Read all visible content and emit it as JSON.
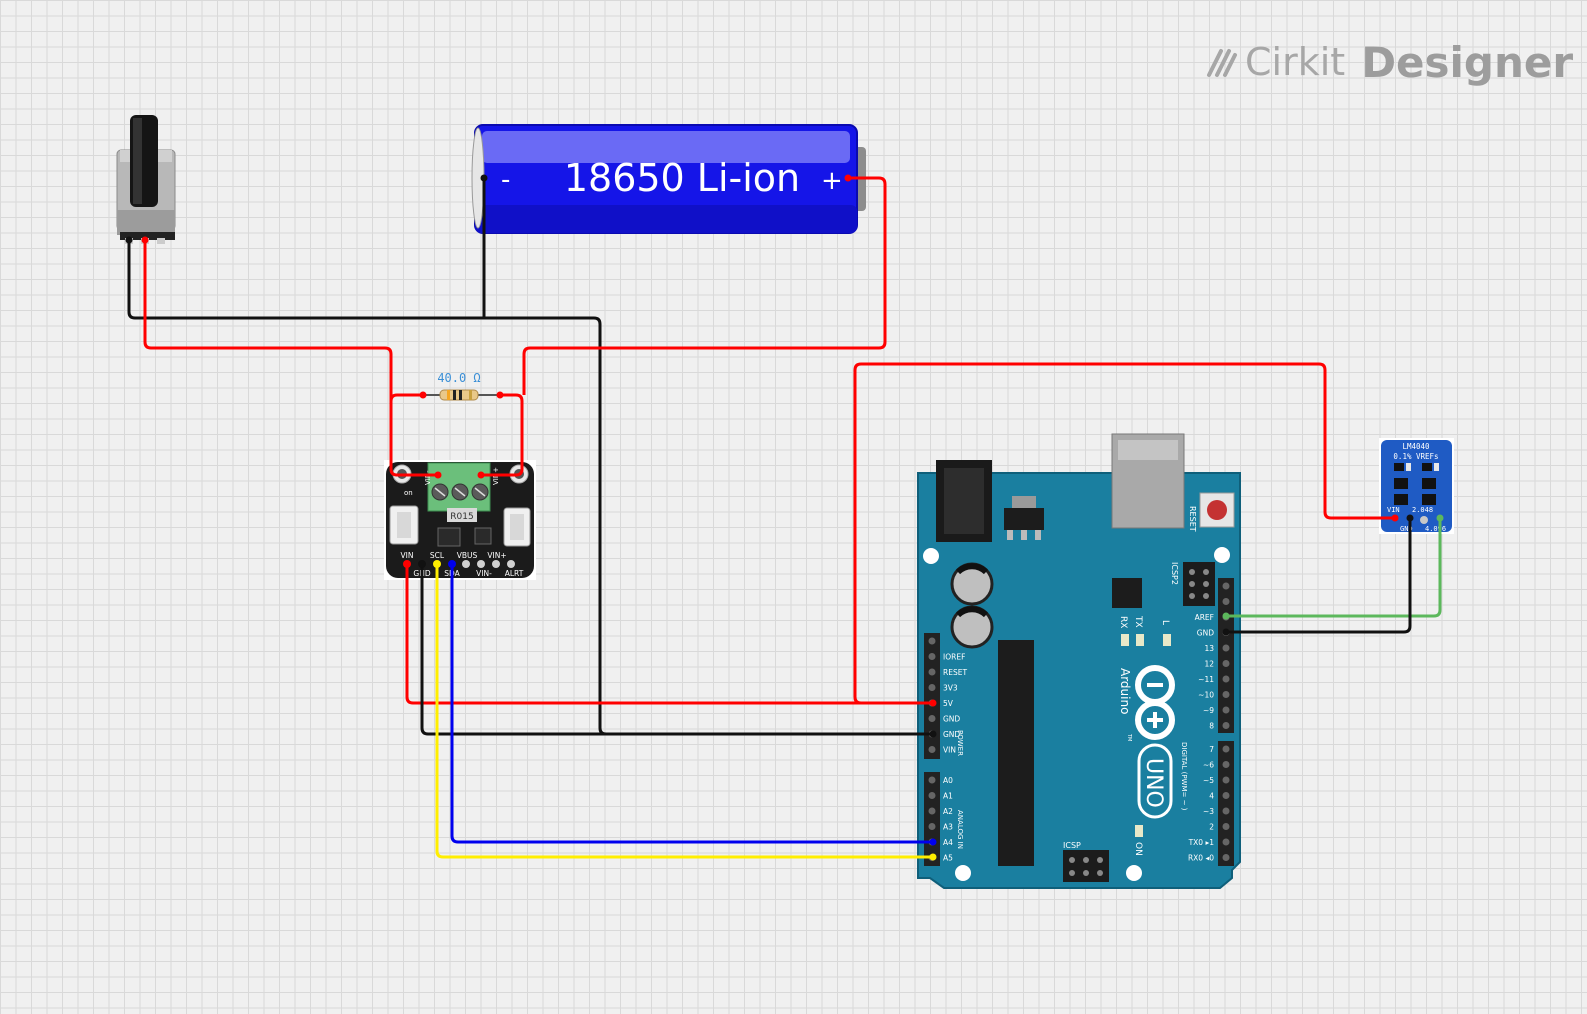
{
  "app": {
    "brand_left": "Cirkit",
    "brand_right": "Designer"
  },
  "battery": {
    "label": "18650 Li-ion",
    "neg": "-",
    "pos": "+"
  },
  "resistor": {
    "value": "40.0 Ω"
  },
  "ina": {
    "labels_top": [
      "VIN-",
      "VIN+"
    ],
    "labels_bottom": [
      "VIN",
      "SCL",
      "VBUS",
      "VIN+",
      "GND",
      "SDA",
      "VIN-",
      "ALRT"
    ],
    "chip_text": "R015",
    "on": "on"
  },
  "lm": {
    "title": "LM4040",
    "subtitle": "0.1% VREFs",
    "pins": [
      "VIN",
      "2.048",
      "GND",
      "4.096"
    ]
  },
  "arduino": {
    "reset": "RESET",
    "icsp2": "ICSP2",
    "icsp": "ICSP",
    "tx": "TX",
    "rx": "RX",
    "l": "L",
    "on": "ON",
    "brand": "Arduino",
    "model": "UNO",
    "tm": "TM",
    "power_label": "POWER",
    "analog_label": "ANALOG IN",
    "digital_label": "DIGITAL (PWM= ~ )",
    "power_pins": [
      "IOREF",
      "RESET",
      "3V3",
      "5V",
      "GND",
      "GND",
      "VIN"
    ],
    "analog_pins": [
      "A0",
      "A1",
      "A2",
      "A3",
      "A4",
      "A5"
    ],
    "digital_top": [
      "AREF",
      "GND",
      "13",
      "12",
      "~11",
      "~10",
      "~9",
      "8"
    ],
    "digital_bottom": [
      "7",
      "~6",
      "~5",
      "4",
      "~3",
      "2",
      "TX0 ▸1",
      "RX0 ◂0"
    ]
  },
  "colors": {
    "wire_red": "#ff0000",
    "wire_black": "#111111",
    "wire_yellow": "#ffee00",
    "wire_blue": "#0000ee",
    "wire_green": "#5cb85c",
    "arduino_board": "#1a7fa0",
    "battery_blue": "#1a1aee",
    "ina_green": "#6bbf7b"
  }
}
